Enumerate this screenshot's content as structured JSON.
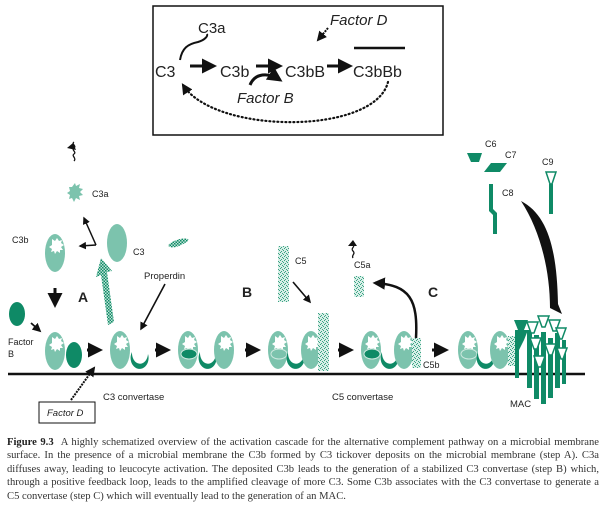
{
  "colors": {
    "light": "#7cc3ad",
    "dark": "#0f8a66",
    "black": "#111111"
  },
  "inset": {
    "nodes": {
      "c3": "C3",
      "c3b": "C3b",
      "c3bB": "C3bB",
      "c3bBb": "C3bBb"
    },
    "c3a": "C3a",
    "factor_b": "Factor B",
    "factor_d": "Factor D"
  },
  "labels": {
    "c3a": "C3a",
    "c3b": "C3b",
    "c3": "C3",
    "factor_b_line1": "Factor",
    "factor_b_line2": "B",
    "step_a": "A",
    "step_b": "B",
    "step_c": "C",
    "properdin": "Properdin",
    "c5": "C5",
    "c5a": "C5a",
    "c5b": "C5b",
    "c6": "C6",
    "c7": "C7",
    "c8": "C8",
    "c9": "C9",
    "c3_convertase": "C3 convertase",
    "c5_convertase": "C5 convertase",
    "mac": "MAC",
    "factor_d_box": "Factor D"
  },
  "caption": {
    "figure_label": "Figure 9.3",
    "text": "A highly schematized overview of the activation cascade for the alternative complement pathway on a microbial membrane surface. In the presence of a microbial membrane the C3b formed by C3 tickover deposits on the microbial membrane (step A). C3a diffuses away, leading to leucocyte activation. The deposited C3b leads to the generation of a stabilized C3 convertase (step B) which, through a positive feedback loop, leads to the amplified cleavage of more C3. Some C3b associates with the C3 convertase to generate a C5 convertase (step C) which will eventually lead to the generation of an MAC."
  }
}
